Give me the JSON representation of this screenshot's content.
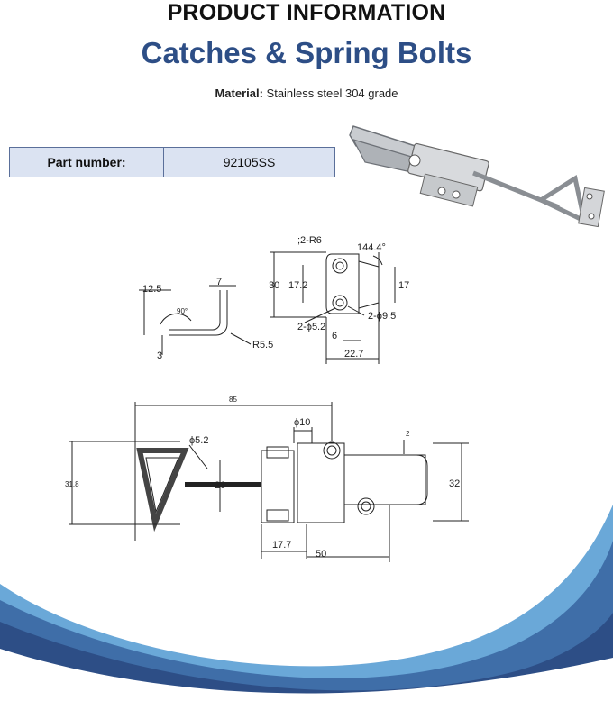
{
  "header": {
    "title": "PRODUCT INFORMATION",
    "subtitle": "Catches & Spring Bolts",
    "material_label": "Material:",
    "material_value": " Stainless steel 304 grade"
  },
  "part": {
    "label": "Part number:",
    "value": "92105SS"
  },
  "colors": {
    "title_blue": "#2d4e86",
    "table_fill": "#dbe3f2",
    "wave_dark": "#2d4e86",
    "wave_light": "#6aa8d8"
  },
  "drawing": {
    "top_left": {
      "d1": "12.5",
      "d2": "7",
      "angle": "90°",
      "d3": "3",
      "radius": "R5.5"
    },
    "top_right": {
      "r6": ";2-R6",
      "angle": "144.4°",
      "d30": "30",
      "d172": "17.2",
      "d17": "17",
      "hole1": "2-ϕ5.2",
      "hole2": "2-ϕ9.5",
      "d6": "6",
      "d227": "22.7"
    },
    "bottom": {
      "d85": "85",
      "phi10": "ϕ10",
      "phi52": "ϕ5.2",
      "d2": "2",
      "d318": "31.8",
      "d26": "26",
      "d32": "32",
      "d177": "17.7",
      "d50": "50"
    }
  }
}
